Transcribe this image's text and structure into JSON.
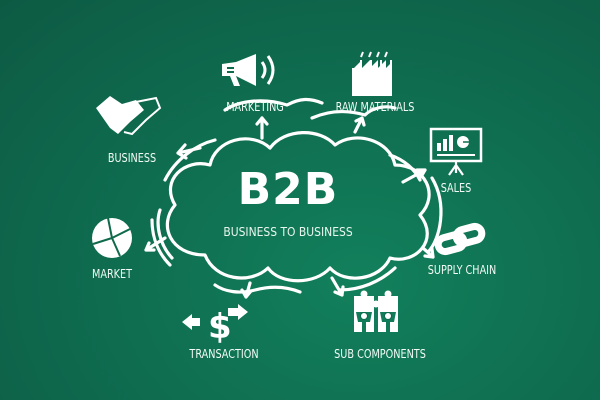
{
  "diagram": {
    "title": "B2B",
    "subtitle": "BUSINESS TO BUSINESS",
    "colors": {
      "background_dark": "#0d5a43",
      "background_light": "#12805c",
      "foreground": "#ffffff"
    },
    "nodes": [
      {
        "id": "business",
        "label": "BUSINESS",
        "icon": "handshake-icon"
      },
      {
        "id": "marketing",
        "label": "MARKETING",
        "icon": "megaphone-icon"
      },
      {
        "id": "raw_materials",
        "label": "RAW MATERIALS",
        "icon": "factory-icon"
      },
      {
        "id": "sales",
        "label": "SALES",
        "icon": "presentation-board-icon"
      },
      {
        "id": "supply_chain",
        "label": "SUPPLY CHAIN",
        "icon": "chain-link-icon"
      },
      {
        "id": "sub_components",
        "label": "SUB COMPONENTS",
        "icon": "puzzle-people-icon"
      },
      {
        "id": "transaction",
        "label": "TRANSACTION",
        "icon": "dollar-exchange-icon"
      },
      {
        "id": "market",
        "label": "MARKET",
        "icon": "pie-chart-icon"
      }
    ]
  }
}
